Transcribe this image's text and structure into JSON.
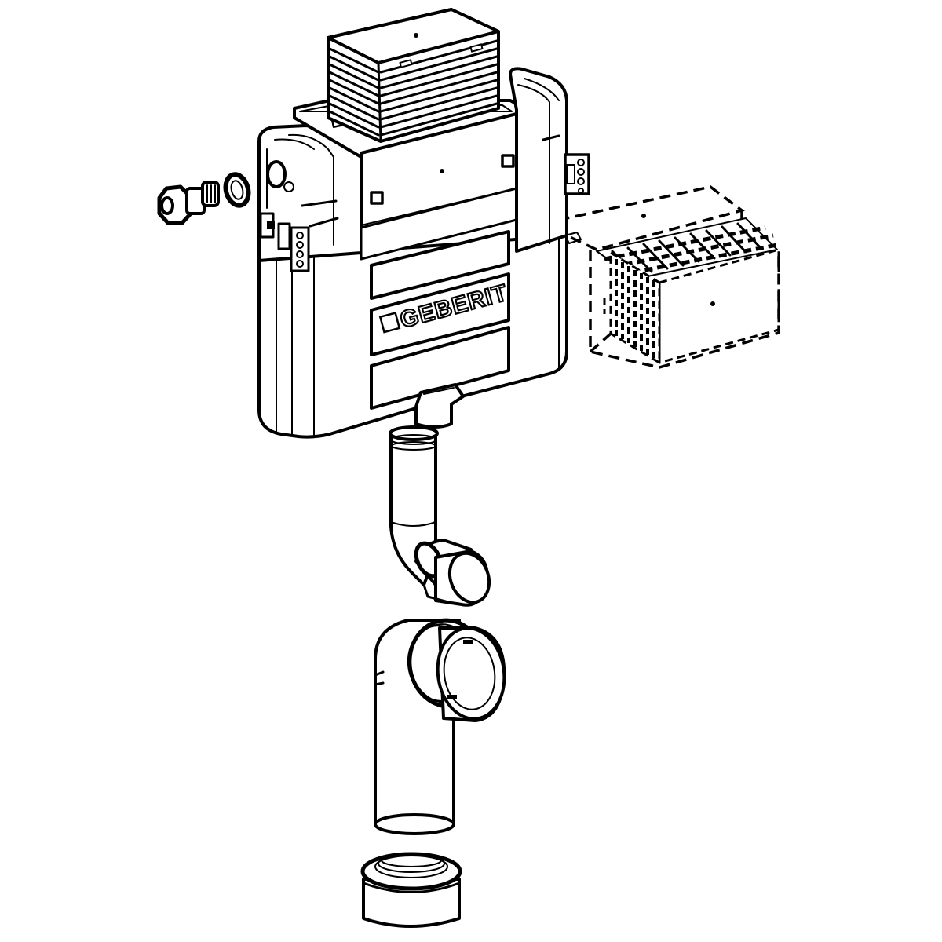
{
  "diagram": {
    "type": "exploded-view-technical-line-drawing",
    "background": "#ffffff",
    "line_color": "#000000",
    "brand_logo_text": "GEBERIT",
    "components": [
      {
        "id": "inspection-box-top",
        "label": "Inspection opening box (ribbed protective cover)"
      },
      {
        "id": "cistern-body",
        "label": "Concealed cistern body"
      },
      {
        "id": "water-inlet-valve",
        "label": "Water connection fitting"
      },
      {
        "id": "seal-ring",
        "label": "Seal ring"
      },
      {
        "id": "dashed-protection-box",
        "label": "Protective cover (shown dashed)"
      },
      {
        "id": "flush-pipe-bend",
        "label": "Flush pipe with bend"
      },
      {
        "id": "connector-bend",
        "label": "WC connector bend"
      },
      {
        "id": "sleeve-connector",
        "label": "Connection sleeve"
      }
    ]
  }
}
